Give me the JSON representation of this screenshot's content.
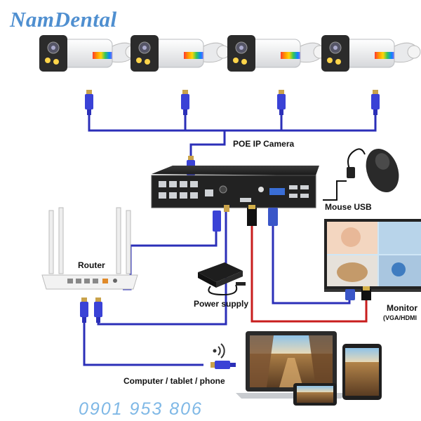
{
  "brand": "NamDental",
  "phone": "0901 953 806",
  "labels": {
    "poe_camera": "POE IP Camera",
    "mouse": "Mouse USB",
    "router": "Router",
    "power": "Power supply",
    "monitor": "Monitor",
    "monitor_ports": "(VGA/HDMI",
    "clients": "Computer / tablet / phone"
  },
  "colors": {
    "cable_blue": "#2b2fb8",
    "cable_red": "#c81e1e",
    "brand": "#4f8fd0",
    "phone": "#7fb8e6"
  }
}
